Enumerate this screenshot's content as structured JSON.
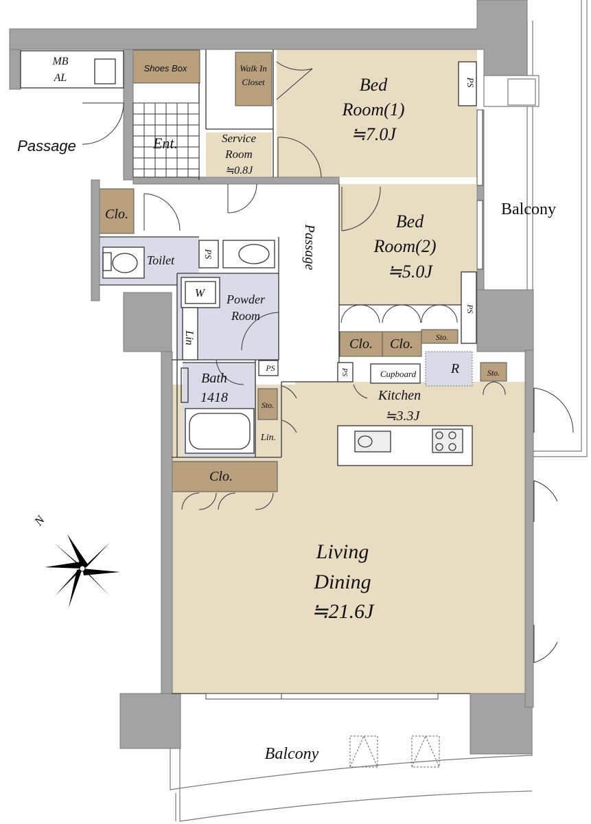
{
  "colors": {
    "wall": "#a3a3a3",
    "wall_stroke": "#7a7a7a",
    "bedroom_floor": "#e8dcc3",
    "storage": "#b8a07f",
    "wet_area": "#d9dce8",
    "line": "#333333"
  },
  "labels": {
    "mb": "MB",
    "al": "AL",
    "passage_outside": "Passage",
    "shoes_box": "Shoes Box",
    "walk_in_1": "Walk In",
    "walk_in_2": "Closet",
    "entrance": "Ent.",
    "service_1": "Service",
    "service_2": "Room",
    "service_3": "≒0.8J",
    "bed1_1": "Bed",
    "bed1_2": "Room(1)",
    "bed1_3": "≒7.0J",
    "ps_top": "PS",
    "balcony_right": "Balcony",
    "clo_left": "Clo.",
    "toilet": "Toilet",
    "ps_toilet": "PS",
    "passage_inner": "Passage",
    "bed2_1": "Bed",
    "bed2_2": "Room(2)",
    "bed2_3": "≒5.0J",
    "ps_right": "PS",
    "w": "W",
    "powder_1": "Powder",
    "powder_2": "Room",
    "lin_1": "Lin",
    "clo_b2a": "Clo.",
    "clo_b2b": "Clo.",
    "sto_b2": "Sto.",
    "bath_1": "Bath",
    "bath_2": "1418",
    "ps_bath": "PS",
    "ps_kitchen": "PS",
    "cupboard": "Cupboard",
    "r": "R",
    "sto_right": "Sto.",
    "kitchen_1": "Kitchen",
    "kitchen_2": "≒3.3J",
    "sto_lin": "Sto.",
    "lin_2": "Lin.",
    "clo_living": "Clo.",
    "living_1": "Living",
    "living_2": "Dining",
    "living_3": "≒21.6J",
    "compass_n": "N",
    "balcony_bottom": "Balcony"
  }
}
